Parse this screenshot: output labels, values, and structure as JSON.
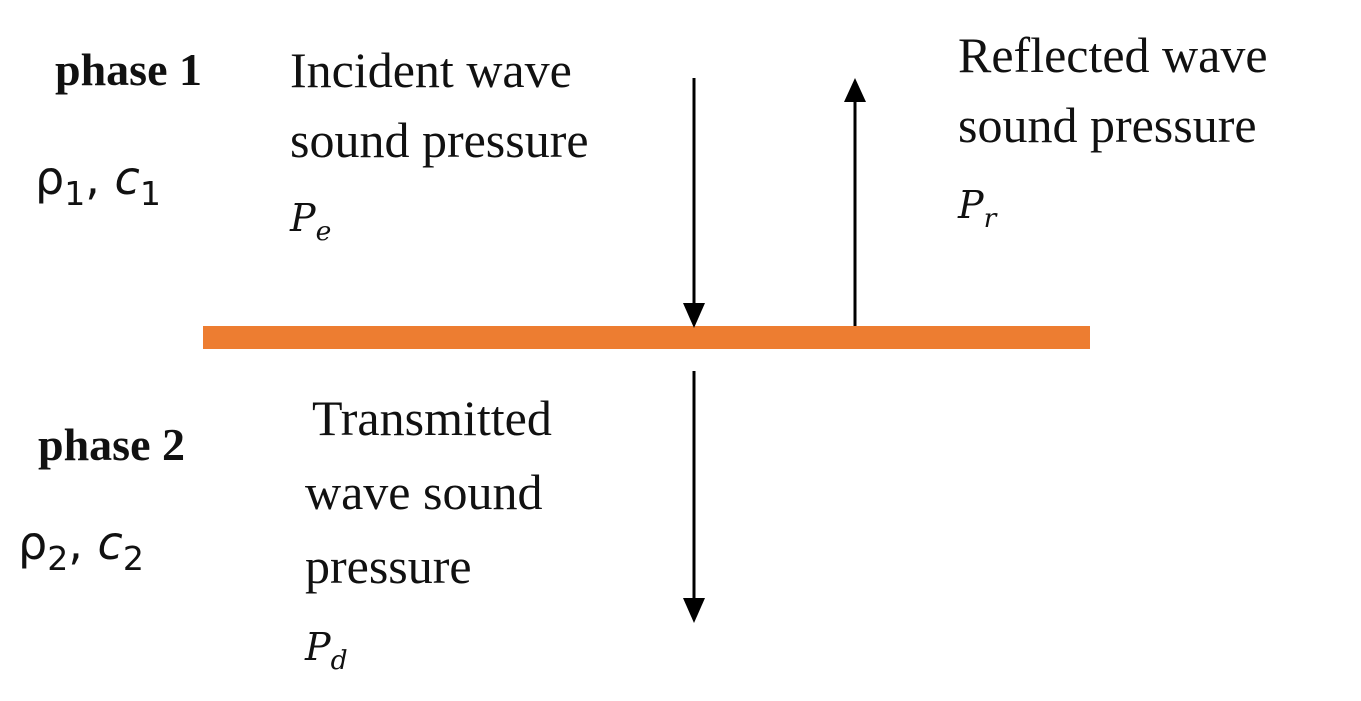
{
  "phase1": {
    "label": "phase 1",
    "rho": "ρ",
    "rho_sub": "1",
    "sep": ", ",
    "c": "c",
    "c_sub": "1"
  },
  "phase2": {
    "label": "phase 2",
    "rho": "ρ",
    "rho_sub": "2",
    "sep": ", ",
    "c": "c",
    "c_sub": "2"
  },
  "incident": {
    "line1": "Incident wave",
    "line2": "sound pressure",
    "symbol": "P",
    "symbol_sub": "e"
  },
  "reflected": {
    "line1": "Reflected wave",
    "line2": "sound pressure",
    "symbol": "P",
    "symbol_sub": "r"
  },
  "transmitted": {
    "line1": "Transmitted",
    "line2": "wave sound",
    "line3": "pressure",
    "symbol": "P",
    "symbol_sub": "d"
  },
  "colors": {
    "interface": "#ED7D31",
    "arrow": "#000000",
    "text": "#111111"
  }
}
